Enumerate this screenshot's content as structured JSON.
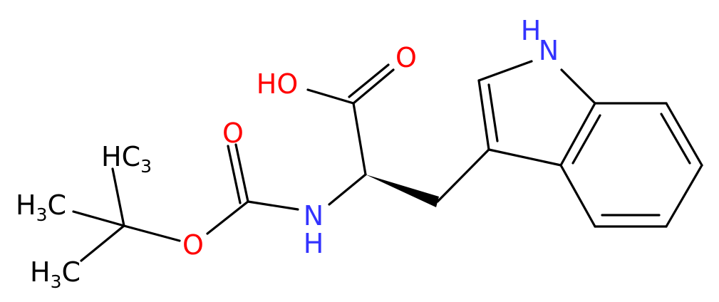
{
  "molecule": {
    "colors": {
      "carbon": "#000000",
      "oxygen": "#ff0000",
      "nitrogen": "#3333ff"
    },
    "atoms": {
      "oxygen_carbonyl_acid": "O",
      "hydroxyl": "HO",
      "nitrogen_indole": "N",
      "hydrogen_indole": "H",
      "oxygen_carbonyl_boc": "O",
      "oxygen_ester": "O",
      "nitrogen_amide": "N",
      "hydrogen_amide": "H",
      "methyl_top": {
        "h": "H",
        "sub": "3",
        "c": "C"
      },
      "methyl_left": {
        "h": "H",
        "sub": "3",
        "c": "C"
      },
      "methyl_bottom": {
        "h": "H",
        "sub": "3",
        "c": "C"
      }
    }
  }
}
